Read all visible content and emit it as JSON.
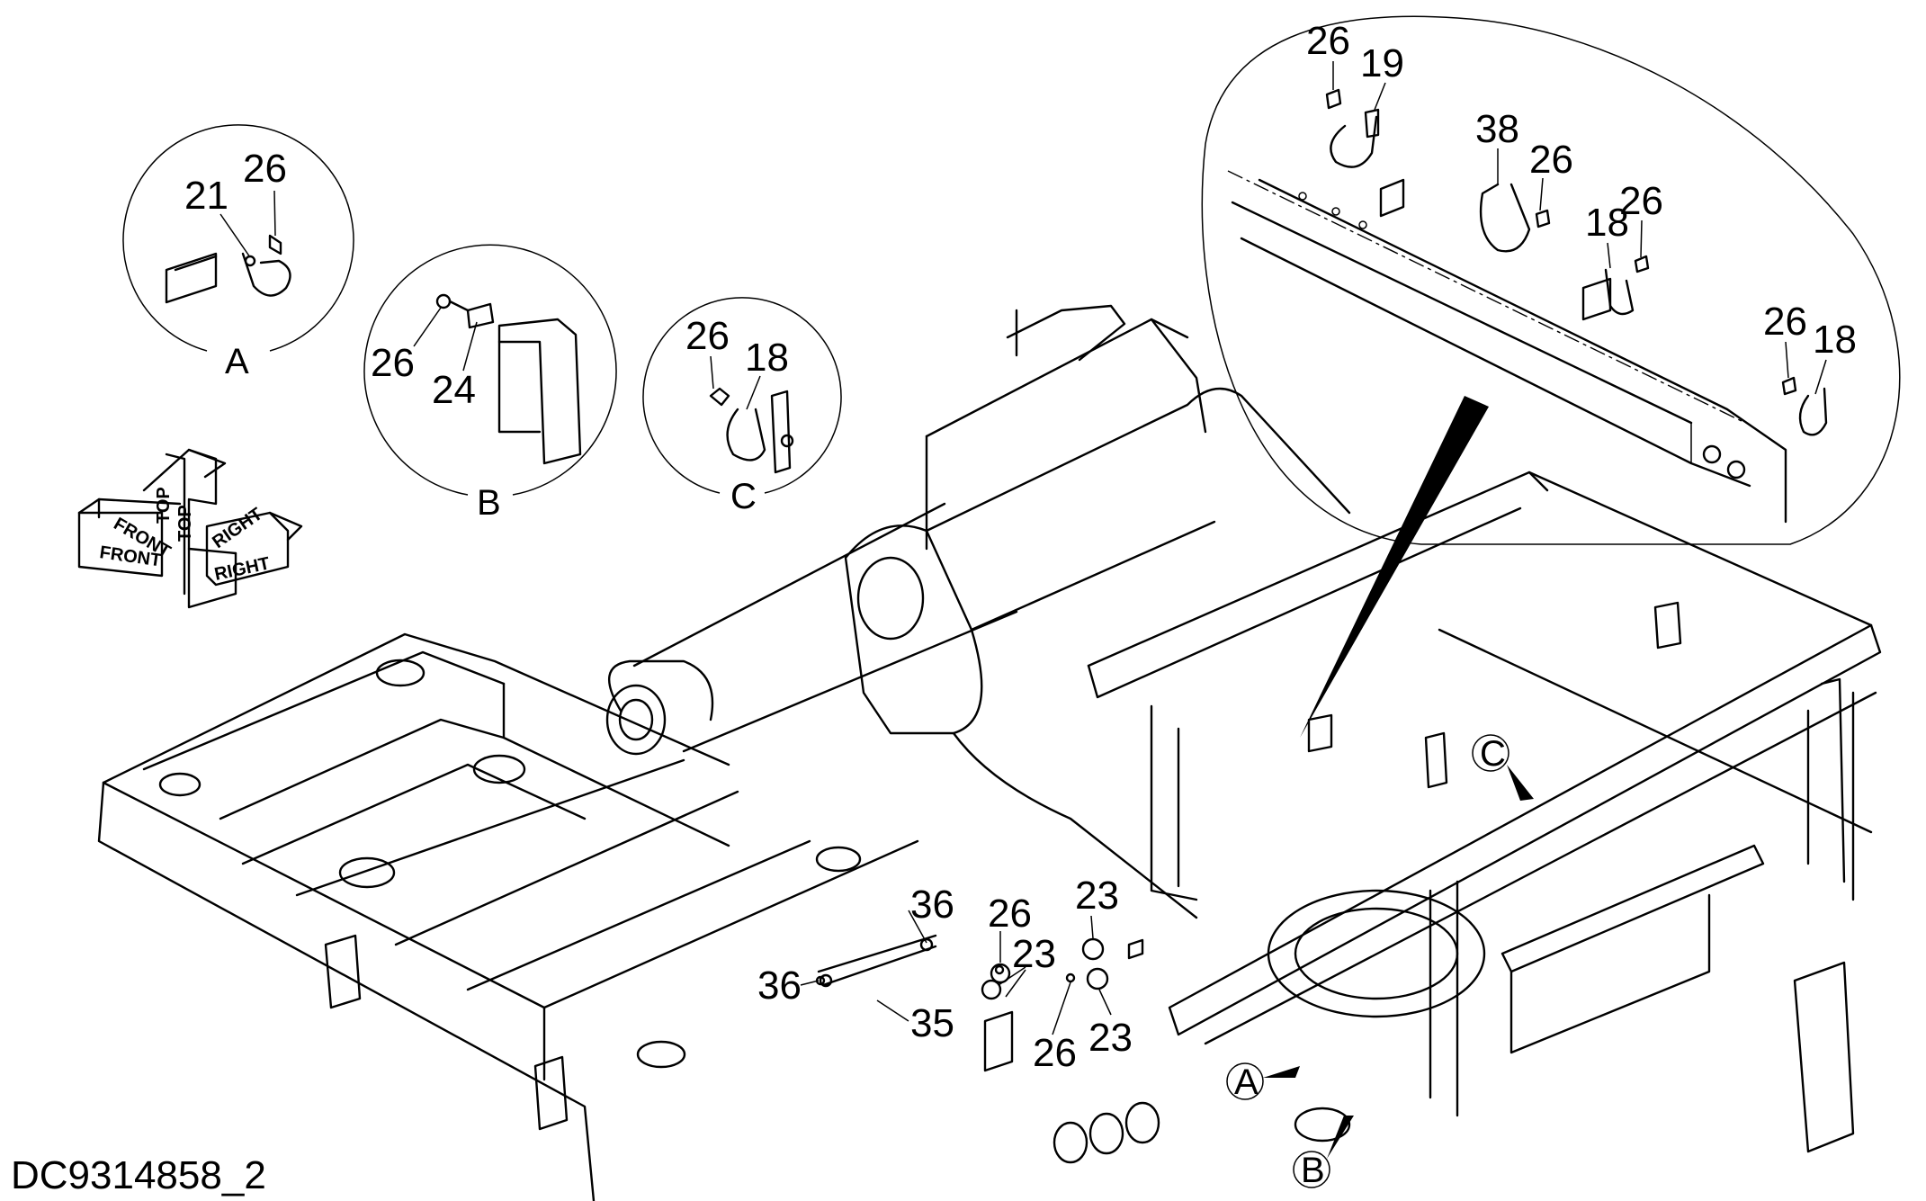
{
  "drawing_code": "DC9314858_2",
  "detail_labels": {
    "a": "A",
    "b": "B",
    "c": "C"
  },
  "orientation": {
    "top": "TOP",
    "front": "FRONT",
    "right": "RIGHT"
  },
  "callouts": {
    "a_21": "21",
    "a_26": "26",
    "b_26": "26",
    "b_24": "24",
    "c_26": "26",
    "c_18": "18",
    "top_26a": "26",
    "top_19": "19",
    "top_38": "38",
    "top_26b": "26",
    "top_18a": "18",
    "top_26c": "26",
    "top_26d": "26",
    "top_18b": "18",
    "m_36a": "36",
    "m_36b": "36",
    "m_35": "35",
    "m_26a": "26",
    "m_23a": "23",
    "m_23b": "23",
    "m_26b": "26",
    "m_23c": "23"
  }
}
